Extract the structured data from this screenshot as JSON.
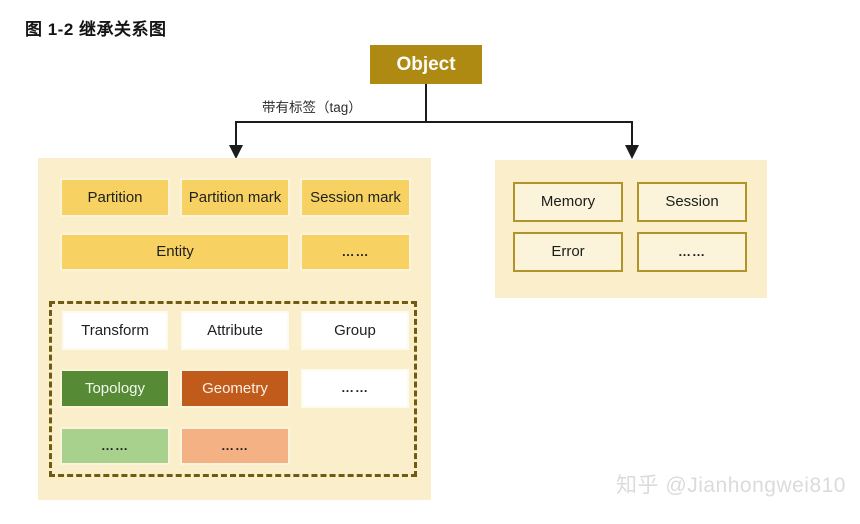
{
  "title": "图 1-2 继承关系图",
  "root_node": {
    "label": "Object"
  },
  "edge_label": "带有标签（tag）",
  "left_panel": {
    "row1": [
      "Partition",
      "Partition mark",
      "Session mark"
    ],
    "row2": [
      "Entity",
      "……"
    ],
    "dashed_group": {
      "row1": [
        "Transform",
        "Attribute",
        "Group"
      ],
      "row2": [
        "Topology",
        "Geometry",
        "……"
      ],
      "row3": [
        "……",
        "……"
      ]
    }
  },
  "right_panel": {
    "row1": [
      "Memory",
      "Session"
    ],
    "row2": [
      "Error",
      "……"
    ]
  },
  "watermark": "知乎 @Jianhongwei810",
  "colors": {
    "gold_dark": "#AE8A12",
    "panel_cream": "#FBEFCB",
    "yellow": "#F7D263",
    "green": "#578A35",
    "green_light": "#A9D18E",
    "orange": "#C05B1C",
    "orange_light": "#F4B183",
    "gold_border": "#B19428",
    "dash_olive": "#6E5C12",
    "line_black": "#1C1C1C"
  }
}
